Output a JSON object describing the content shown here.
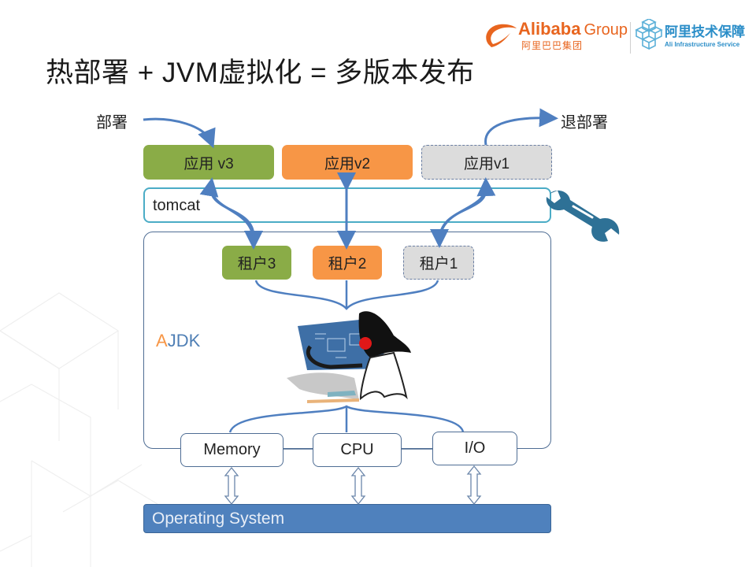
{
  "slide": {
    "title": "热部署 + JVM虚拟化 = 多版本发布"
  },
  "logos": {
    "alibaba": {
      "name": "Alibaba",
      "group": "Group",
      "cn": "阿里巴巴集团",
      "color": "#e8651f"
    },
    "infra": {
      "cn": "阿里技术保障",
      "en": "Ali Infrastructure Service",
      "color": "#2b8ec8"
    }
  },
  "labels": {
    "deploy": "部署",
    "undeploy": "退部署"
  },
  "apps": [
    {
      "label": "应用 v3",
      "status": "deploying",
      "color": "#8aac47"
    },
    {
      "label": "应用v2",
      "status": "active",
      "color": "#f79646"
    },
    {
      "label": "应用v1",
      "status": "undeploying",
      "color": "#dcdcdc"
    }
  ],
  "container": {
    "label": "tomcat",
    "border_color": "#4bacc6"
  },
  "tenants": [
    {
      "label": "租户3",
      "color": "#8aac47"
    },
    {
      "label": "租户2",
      "color": "#f79646"
    },
    {
      "label": "租户1",
      "color": "#dcdcdc"
    }
  ],
  "jvm": {
    "label_accent": "A",
    "label_rest": "JDK",
    "accent_color": "#f79646",
    "text_color": "#4f7fb5"
  },
  "resources": [
    {
      "label": "Memory"
    },
    {
      "label": "CPU"
    },
    {
      "label": "I/O"
    }
  ],
  "os": {
    "label": "Operating System",
    "color": "#4f81bd"
  },
  "icons": {
    "wrench": "wrench-icon",
    "mascot": "java-duke-icon"
  }
}
